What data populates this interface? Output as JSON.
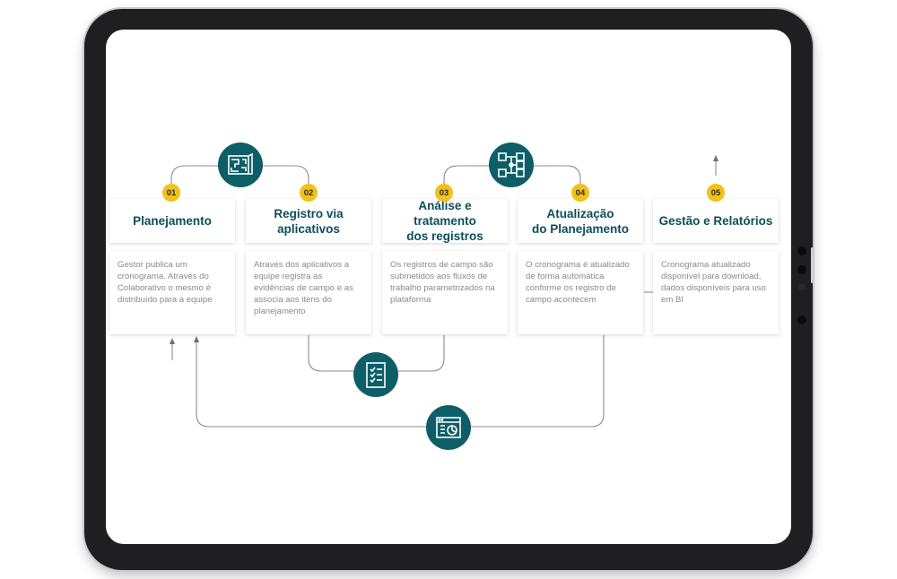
{
  "steps": [
    {
      "num": "01",
      "title": "Planejamento",
      "text": "Gestor publica um cronograma. Através do Colaborativo o mesmo é distribuído para a equipe"
    },
    {
      "num": "02",
      "title": "Registro via\naplicativos",
      "text": "Através dos aplicativos a equipe registra as evidências de campo e as associa aos itens do planejamento"
    },
    {
      "num": "03",
      "title": "Análise e tratamento\ndos registros",
      "text": "Os registros de campo são submetidos aos fluxos de trabalho parametrizados na plataforma"
    },
    {
      "num": "04",
      "title": "Atualização\ndo Planejamento",
      "text": "O cronograma é atualizado de forma automática conforme os registro de campo acontecem"
    },
    {
      "num": "05",
      "title": "Gestão e Relatórios",
      "text": "Cronograma atualizado disponível para download, dados disponíveis para uso em BI"
    }
  ],
  "icons": {
    "top_left": "blueprint-icon",
    "top_right": "workflow-icon",
    "bottom_middle": "checklist-icon",
    "bottom_loop": "dashboard-icon"
  },
  "colors": {
    "teal": "#0e5e68",
    "title": "#0b4f59",
    "badge": "#f2c21b",
    "connector": "#8c8c8c"
  }
}
